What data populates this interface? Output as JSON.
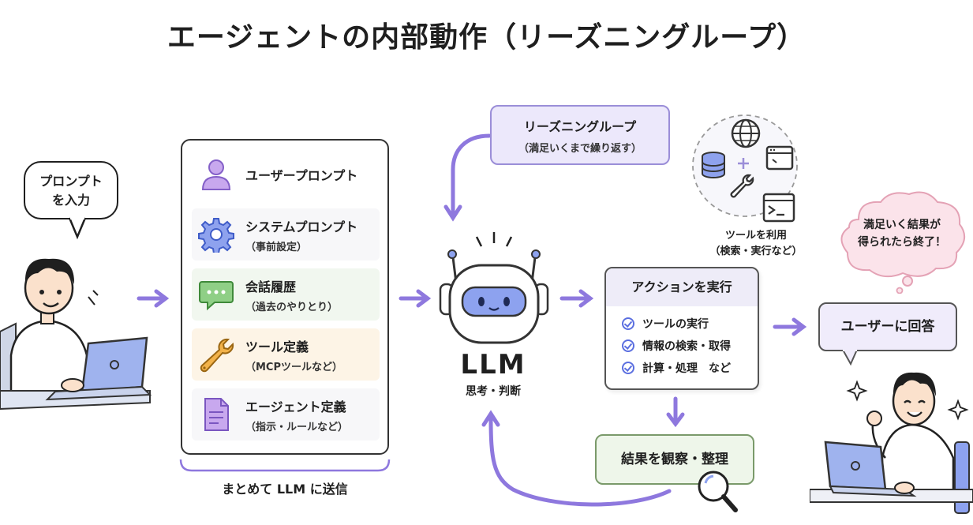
{
  "title": "エージェントの内部動作（リーズニングループ）",
  "user_bubble": {
    "line1": "プロンプト",
    "line2": "を入力"
  },
  "context_items": [
    {
      "title": "ユーザープロンプト",
      "sub": "",
      "icon": "person-icon",
      "bg": "#ffffff"
    },
    {
      "title": "システムプロンプト",
      "sub": "（事前設定）",
      "icon": "gear-icon",
      "bg": "#f7f7f9"
    },
    {
      "title": "会話履歴",
      "sub": "（過去のやりとり）",
      "icon": "chat-icon",
      "bg": "#f1f7ef"
    },
    {
      "title": "ツール定義",
      "sub": "（MCPツールなど）",
      "icon": "wrench-icon",
      "bg": "#fdf4e6"
    },
    {
      "title": "エージェント定義",
      "sub": "（指示・ルールなど）",
      "icon": "document-icon",
      "bg": "#f7f7f9"
    }
  ],
  "send_caption": "まとめて LLM に送信",
  "loop": {
    "title": "リーズニングループ",
    "sub": "（満足いくまで繰り返す）"
  },
  "llm": {
    "label": "LLM",
    "sub": "思考・判断"
  },
  "tools_caption": {
    "line1": "ツールを利用",
    "line2": "（検索・実行など）"
  },
  "action": {
    "title": "アクションを実行",
    "items": [
      "ツールの実行",
      "情報の検索・取得",
      "計算・処理　など"
    ]
  },
  "observe": "結果を観察・整理",
  "answer": "ユーザーに回答",
  "cloud": {
    "line1": "満足いく結果が",
    "line2": "得られたら終了！"
  },
  "colors": {
    "accent": "#8b73e0",
    "arrow": "#8e78de",
    "robot_face": "#8da2ef"
  }
}
